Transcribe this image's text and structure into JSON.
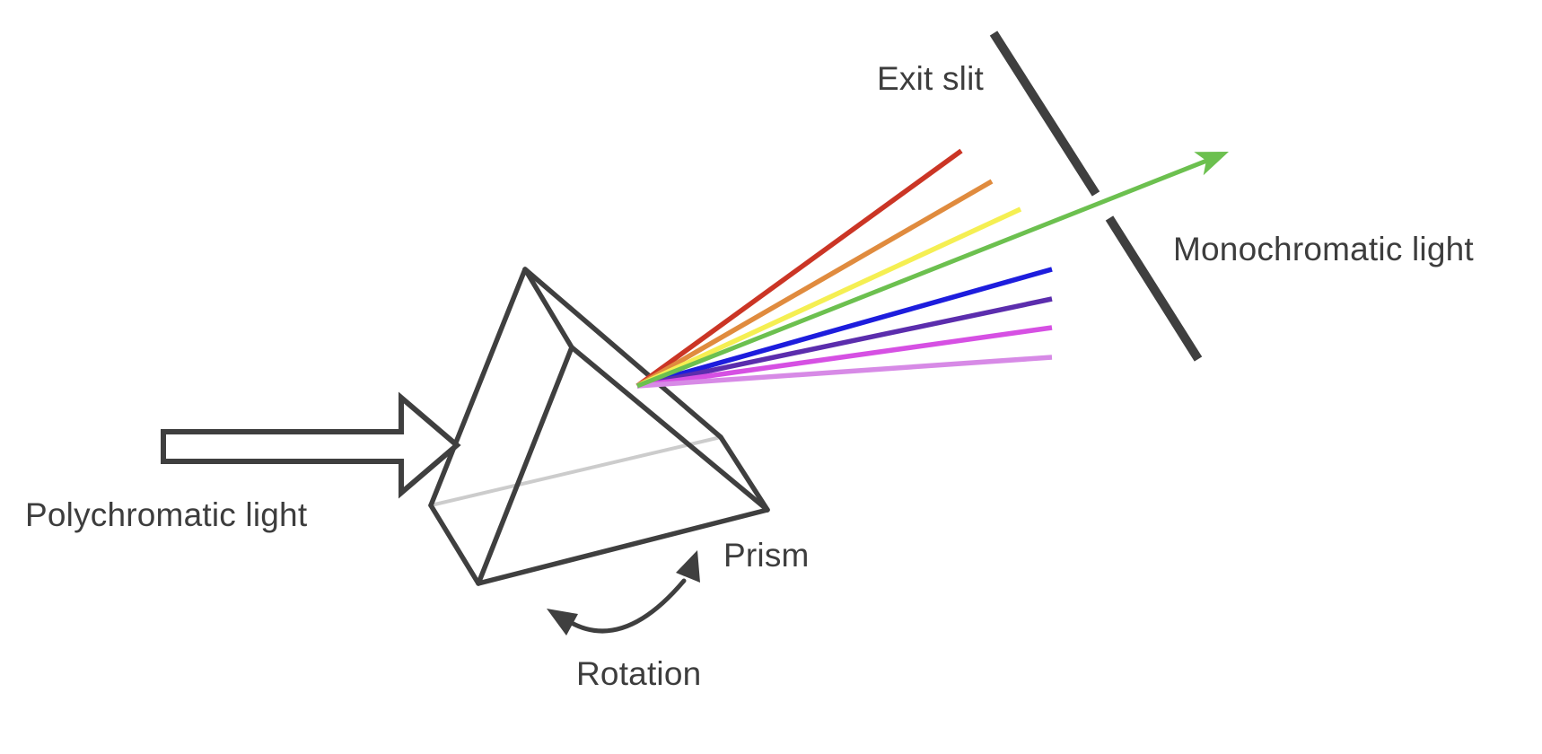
{
  "labels": {
    "exit_slit": "Exit slit",
    "monochromatic": "Monochromatic light",
    "polychromatic": "Polychromatic light",
    "prism": "Prism",
    "rotation": "Rotation"
  },
  "colors": {
    "background": "#ffffff",
    "outline": "#3f3f3f",
    "hidden_edge": "#cccccc",
    "text": "#3d3d3d"
  },
  "rays": {
    "red": {
      "color": "#cb3525"
    },
    "orange": {
      "color": "#e08b3e"
    },
    "yellow": {
      "color": "#f5ef52"
    },
    "green": {
      "color": "#6cc04f"
    },
    "blue": {
      "color": "#1d1ddd"
    },
    "violet": {
      "color": "#5b2dad"
    },
    "magenta": {
      "color": "#d650e3"
    },
    "orchid": {
      "color": "#d78ae6"
    }
  }
}
